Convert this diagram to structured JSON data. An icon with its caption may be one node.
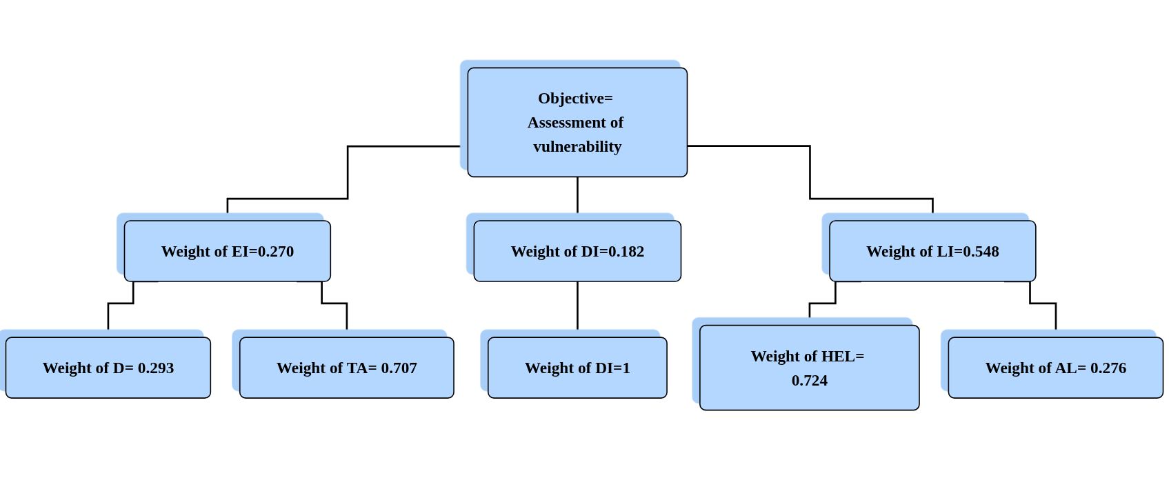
{
  "diagram": {
    "nodes": [
      {
        "text": [
          "Objective= Assessment of vulnerability"
        ]
      },
      {
        "text": [
          "Weight of EI=0.270"
        ]
      },
      {
        "text": [
          "Weight of DI=0.182"
        ]
      },
      {
        "text": [
          "Weight of LI=0.548"
        ]
      },
      {
        "text": [
          "Weight of D= 0.293"
        ]
      },
      {
        "text": [
          "Weight of TA= 0.707"
        ]
      },
      {
        "text": [
          "Weight of DI=1"
        ]
      },
      {
        "text": [
          "Weight of HEL= 0.724"
        ]
      },
      {
        "text": [
          "Weight of AL= 0.276"
        ]
      }
    ],
    "edges": [
      {
        "from": 0,
        "to": 1,
        "arrow": "none"
      },
      {
        "from": 0,
        "to": 2,
        "arrow": "none"
      },
      {
        "from": 0,
        "to": 3,
        "arrow": "none"
      },
      {
        "from": 1,
        "to": 4,
        "arrow": "none"
      },
      {
        "from": 1,
        "to": 5,
        "arrow": "none"
      },
      {
        "from": 2,
        "to": 6,
        "arrow": "none"
      },
      {
        "from": 3,
        "to": 7,
        "arrow": "none"
      },
      {
        "from": 3,
        "to": 8,
        "arrow": "none"
      }
    ]
  }
}
